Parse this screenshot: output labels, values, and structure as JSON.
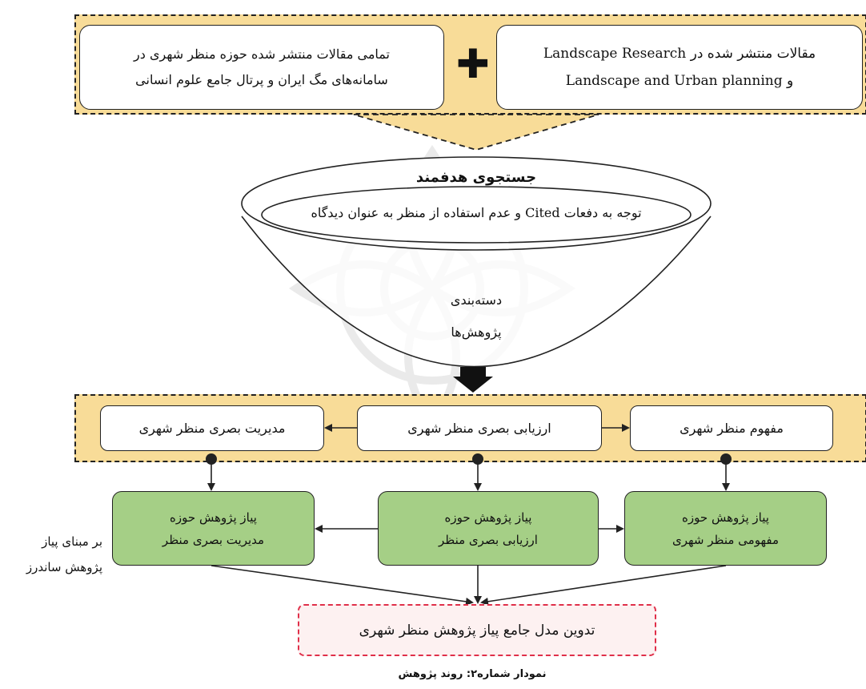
{
  "sources": {
    "left_lines": [
      "تمامی مقالات منتشر شده حوزه منظر شهری در",
      "سامانه‌های مگ ایران و پرتال جامع علوم انسانی"
    ],
    "right_lines": [
      "مقالات منتشر شده در Landscape Research",
      "و Landscape and Urban planning"
    ],
    "plus_symbol": "✚"
  },
  "funnel": {
    "title": "جستجوی هدفمند",
    "subtitle": "توجه به دفعات Cited و عدم استفاده از منظر به عنوان دیدگاه",
    "label_lines": [
      "دسته‌بندی",
      "پژوهش‌ها"
    ]
  },
  "categories": {
    "right": "مفهوم منظر شهری",
    "middle": "ارزیابی بصری منظر شهری",
    "left": "مدیریت بصری منظر شهری"
  },
  "onions": {
    "right_lines": [
      "پیاز پژوهش حوزه",
      "مفهومی منظر شهری"
    ],
    "middle_lines": [
      "پیاز پژوهش حوزه",
      "ارزیابی بصری منظر"
    ],
    "left_lines": [
      "پیاز پژوهش حوزه",
      "مدیریت بصری منظر"
    ]
  },
  "side_note_lines": [
    "بر مبنای پیاز",
    "پژوهش ساندرز"
  ],
  "final_box": "تدوین مدل جامع پیاز پژوهش منظر شهری",
  "caption": "نمودار شماره۲: روند پژوهش",
  "colors": {
    "band": "#f8dc98",
    "green": "#a5cf86",
    "final_dash": "#e0304a",
    "final_fill": "#fdf1f1"
  }
}
